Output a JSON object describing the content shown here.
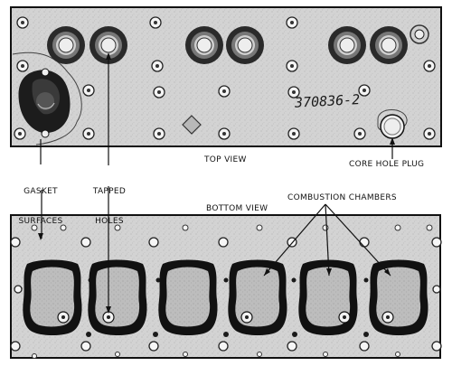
{
  "labels": {
    "top_view": "TOP VIEW",
    "bottom_view": "BOTTOM VIEW",
    "gasket_line1": "GASKET",
    "gasket_line2": "SURFACES",
    "tapped_line1": "TAPPED",
    "tapped_line2": "HOLES",
    "core_hole_plug": "CORE HOLE PLUG",
    "combustion_chambers": "COMBUSTION CHAMBERS"
  },
  "part_number": "370836-2",
  "colors": {
    "plate": "#d2d2d2",
    "outline": "#111111",
    "chamber": "#bcbcbc",
    "ink": "#1a1a1a"
  }
}
